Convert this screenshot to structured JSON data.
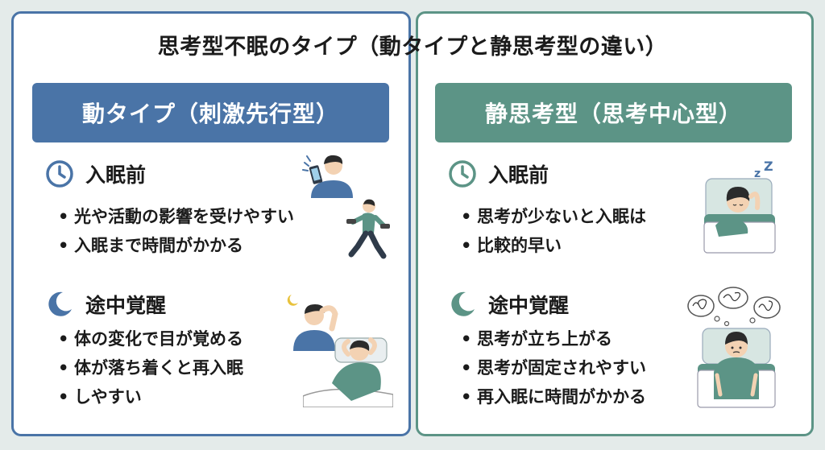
{
  "title": "思考型不眠のタイプ（動タイプと静思考型の違い）",
  "colors": {
    "blue": "#4a74a7",
    "green": "#5c9486"
  },
  "left": {
    "header": "動タイプ（刺激先行型）",
    "before_sleep": {
      "icon": "clock-icon",
      "heading": "入眠前",
      "bullets": [
        "光や活動の影響を受けやすい",
        "入眠まで時間がかかる"
      ]
    },
    "night_waking": {
      "icon": "crescent-moon-icon",
      "heading": "途中覚醒",
      "bullets": [
        "体の変化で目が覚める",
        "体が落ち着くと再入眠",
        "しやすい"
      ]
    }
  },
  "right": {
    "header": "静思考型（思考中心型）",
    "before_sleep": {
      "icon": "clock-icon",
      "heading": "入眠前",
      "bullets": [
        "思考が少ないと入眠は",
        "比較的早い"
      ]
    },
    "night_waking": {
      "icon": "crescent-moon-icon",
      "heading": "途中覚醒",
      "bullets": [
        "思考が立ち上がる",
        "思考が固定されやすい",
        "再入眠に時間がかかる"
      ]
    }
  }
}
